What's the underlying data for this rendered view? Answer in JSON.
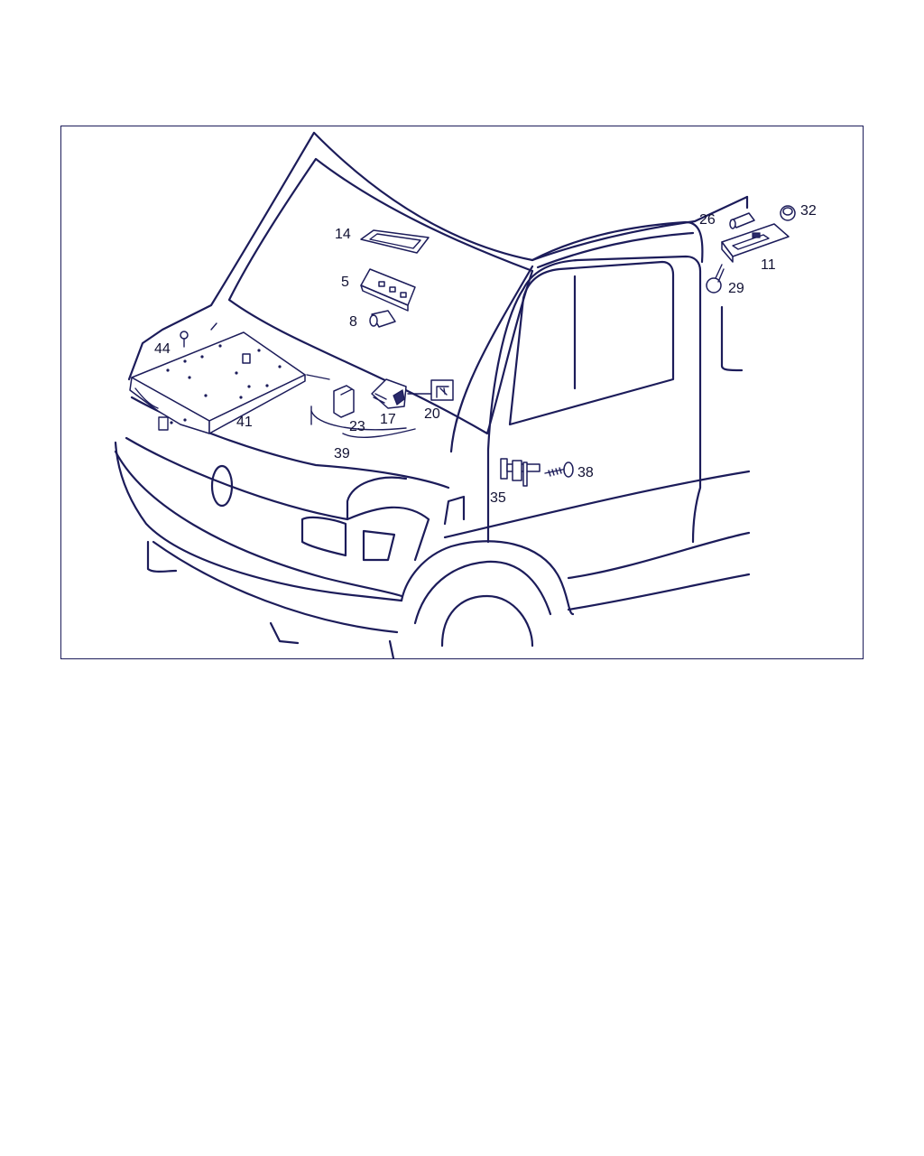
{
  "colors": {
    "line": "#1c1c5a",
    "text": "#111133",
    "background": "#ffffff"
  },
  "callouts": {
    "c14": "14",
    "c5": "5",
    "c8": "8",
    "c44": "44",
    "c41": "41",
    "c23": "23",
    "c17": "17",
    "c20": "20",
    "c39": "39",
    "c26": "26",
    "c32": "32",
    "c11": "11",
    "c29": "29",
    "c35": "35",
    "c38": "38"
  }
}
